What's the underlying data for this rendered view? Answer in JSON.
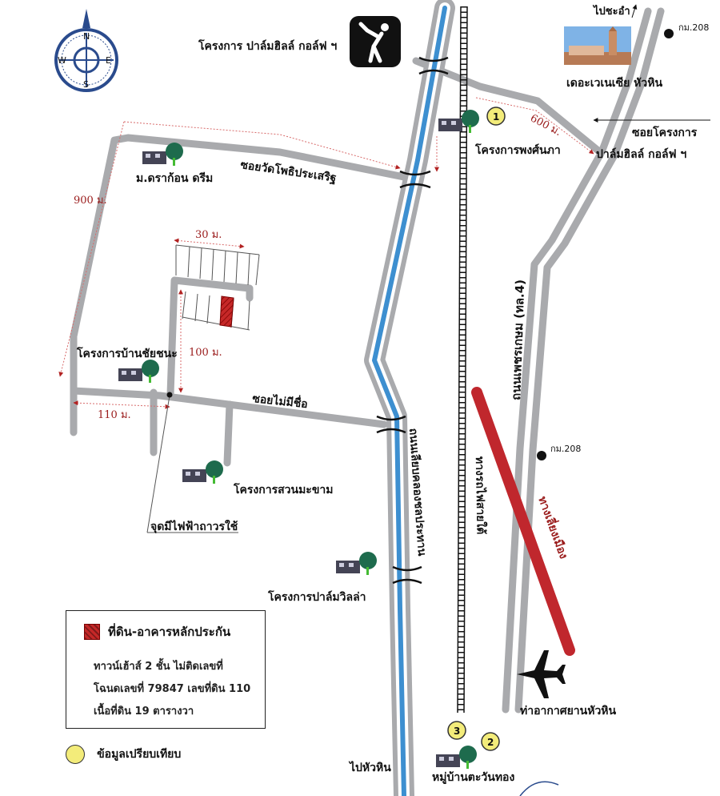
{
  "compass": {
    "n": "N",
    "s": "S",
    "e": "E",
    "w": "W"
  },
  "labels": {
    "golf": "โครงการ ปาล์มฮิลล์ กอล์ฟ ฯ",
    "to_chaam": "ไปชะอำ",
    "km208_top": "กม.208",
    "venezia": "เดอะเวเนเซีย หัวหิน",
    "phong": "โครงการพงศ์นภา",
    "soi_palm_1": "ซอยโครงการ",
    "soi_palm_2": "ปาล์มฮิลล์ กอล์ฟ ฯ",
    "dragon": "ม.ดราก้อน ดรีม",
    "soi_wat": "ซอยวัดโพธิประเสริฐ",
    "petchkasem": "ถนนเพชรเกษม (ทล.4)",
    "ban_chaichana": "โครงการบ้านชัยชนะ",
    "soi_noname": "ซอยไม่มีชื่อ",
    "suan": "โครงการสวนมะขาม",
    "power": "จุดมีไฟฟ้าถาวรใช้",
    "km208_mid": "กม.208",
    "canal_road": "ถนนเลียบคลองชลประทาน",
    "railway": "ทางรถไฟสายใต้",
    "palm_villa": "โครงการปาล์มวิลล่า",
    "bypass": "ทางเลี่ยงเมือง",
    "airport": "ท่าอากาศยานหัวหิน",
    "to_huahin": "ไปหัวหิน",
    "tawan": "หมู่บ้านตะวันทอง"
  },
  "distances": {
    "d600": "600 ม.",
    "d900": "900 ม.",
    "d30": "30 ม.",
    "d100": "100 ม.",
    "d110": "110 ม."
  },
  "markers": {
    "m1": "1",
    "m2": "2",
    "m3": "3"
  },
  "legend": {
    "title": "ที่ดิน-อาคารหลักประกัน",
    "line1": "ทาวน์เฮ้าส์ 2 ชั้น  ไม่ติดเลขที่",
    "line2": "โฉนดเลขที่ 79847 เลขที่ดิน 110",
    "line3": "เนื้อที่ดิน 19 ตารางวา",
    "compare": "ข้อมูลเปรียบเทียบ"
  },
  "colors": {
    "road": "#a9aaad",
    "canal": "#3d8fd0",
    "distance": "#b22222",
    "collateral": "#c62828",
    "marker": "#f3ec7a",
    "bypass": "#c0272d"
  }
}
